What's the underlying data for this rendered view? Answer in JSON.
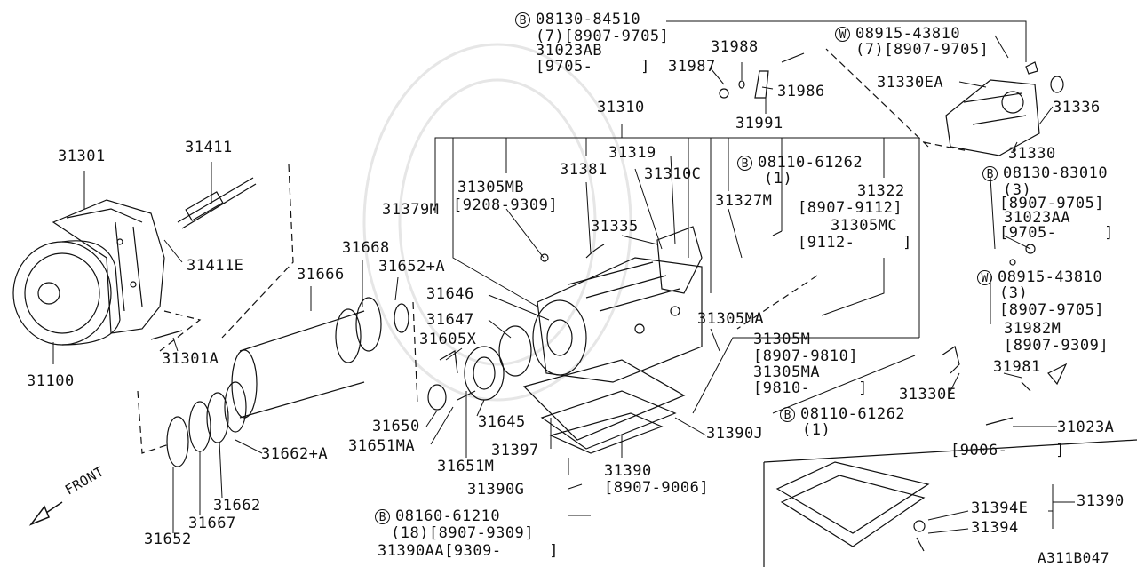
{
  "labels": {
    "p31301": "31301",
    "p31411": "31411",
    "p31411e": "31411E",
    "p31100": "31100",
    "p31301a": "31301A",
    "p31666": "31666",
    "p31668": "31668",
    "p31652a": "31652+A",
    "p31646": "31646",
    "p31647": "31647",
    "p31605x": "31605X",
    "p31650": "31650",
    "p31651ma": "31651MA",
    "p31645": "31645",
    "p31651m": "31651M",
    "p31662a": "31662+A",
    "p31662": "31662",
    "p31667": "31667",
    "p31652": "31652",
    "front": "FRONT",
    "p31379m": "31379M",
    "p31305mb": "31305MB",
    "p31305mb_date": "[9208-9309]",
    "p31381": "31381",
    "p31319": "31319",
    "p31310c": "31310C",
    "p31310": "31310",
    "p31335": "31335",
    "p31327m": "31327M",
    "b08110_61262_top": "08110-61262",
    "b08110_61262_top_qty": "(1)",
    "p31322": "31322",
    "p31322_date": "[8907-9112]",
    "p31305mc": "31305MC",
    "p31305mc_date": "[9112-     ]",
    "p31305ma_r": "31305MA",
    "p31305m": "31305M",
    "p31305m_date": "[8907-9810]",
    "p31305ma_b": "31305MA",
    "p31305ma_b_date": "[9810-     ]",
    "b08110_61262_bot": "08110-61262",
    "b08110_61262_bot_qty": "(1)",
    "p31390j": "31390J",
    "p31397": "31397",
    "p31390": "31390",
    "p31390_date": "[8907-9006]",
    "p31390g": "31390G",
    "b08160_61210": "08160-61210",
    "b08160_61210_qty": "(18)[8907-9309]",
    "p31390aa": "31390AA[9309-     ]",
    "b08130_84510": "08130-84510",
    "b08130_84510_qty": "(7)[8907-9705]",
    "p31023ab": "31023AB",
    "p31023ab_date": "[9705-     ]",
    "p31988": "31988",
    "p31987": "31987",
    "p31986": "31986",
    "p31991": "31991",
    "w08915_43810_top": "08915-43810",
    "w08915_43810_top_qty": "(7)[8907-9705]",
    "p31330ea": "31330EA",
    "p31336": "31336",
    "p31330": "31330",
    "b08130_83010": "08130-83010",
    "b08130_83010_qty": "(3)",
    "b08130_83010_date": "[8907-9705]",
    "p31023aa": "31023AA",
    "p31023aa_date": "[9705-     ]",
    "w08915_43810_mid": "08915-43810",
    "w08915_43810_mid_qty": "(3)",
    "w08915_43810_mid_date": "[8907-9705]",
    "p31982m": "31982M",
    "p31982m_date": "[8907-9309]",
    "p31981": "31981",
    "p31330e": "31330E",
    "p31023a": "31023A",
    "inset_date": "[9006-     ]",
    "p31394e": "31394E",
    "p31394": "31394",
    "p31390_inset": "31390",
    "ref_code": "A311B047"
  },
  "marks": {
    "bolt": "B",
    "washer": "W"
  }
}
